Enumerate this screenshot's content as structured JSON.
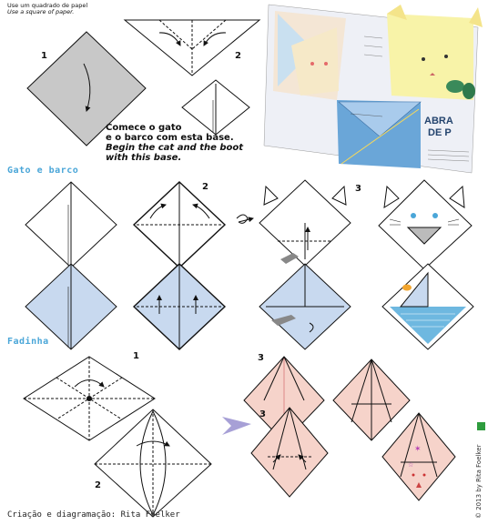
{
  "instructions": {
    "line1": "Use um quadrado de papel",
    "line2": "Use a square of paper."
  },
  "base_note": {
    "pt1": "Comece  o gato",
    "pt2": "e o barco com esta base.",
    "en1": "Begin the cat and the boot",
    "en2": "with this base."
  },
  "sections": {
    "cat_boat": "Gato e barco",
    "fairy": "Fadinha"
  },
  "step_numbers": {
    "base_1": "1",
    "base_2": "2",
    "cat_2": "2",
    "cat_3": "3",
    "fairy_1": "1",
    "fairy_2": "2",
    "fairy_3a": "3",
    "fairy_3b": "3"
  },
  "book_photo": {
    "heading1": "ABRA",
    "heading2": "DE P"
  },
  "credit": "Criação e diagramação: Rita Foelker",
  "copyright_vertical": "© 2013 by Rita Foelker",
  "colors": {
    "section_blue": "#4aa6d8",
    "boat_fill": "#c8d9ef",
    "fairy_fill": "#f6d3ca",
    "base_gray": "#c8c8c8",
    "arrow_violet": "#a7a0d6"
  }
}
